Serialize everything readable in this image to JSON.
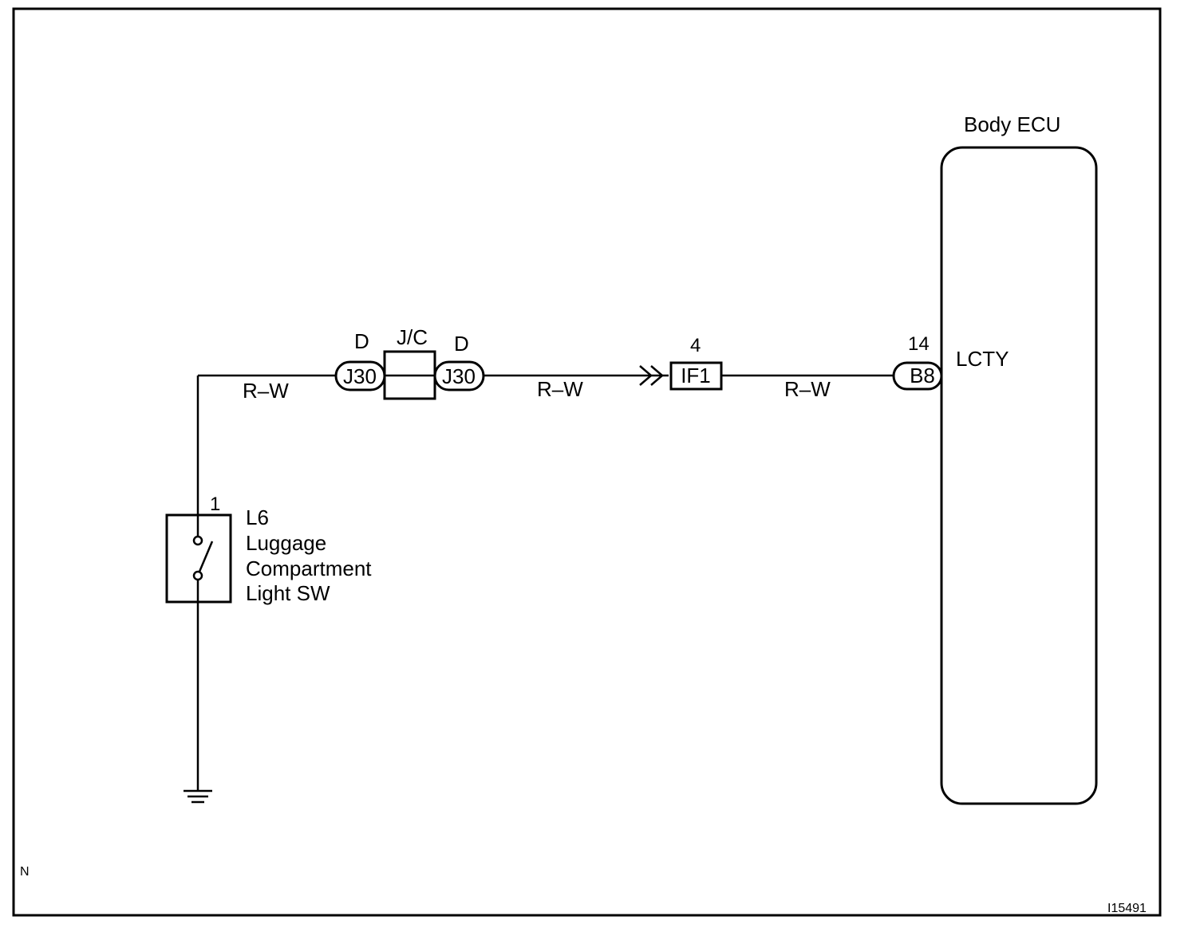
{
  "ecu": {
    "title": "Body ECU",
    "pin_number": "14",
    "connector": "B8",
    "terminal_name": "LCTY"
  },
  "junction": {
    "label": "J/C",
    "left_side": "D",
    "right_side": "D",
    "left_connector": "J30",
    "right_connector": "J30"
  },
  "inline_connector": {
    "pin_number": "4",
    "name": "IF1"
  },
  "wires": {
    "segment_1": "R–W",
    "segment_2": "R–W",
    "segment_3": "R–W"
  },
  "switch": {
    "pin_number": "1",
    "code": "L6",
    "name_line_1": "Luggage",
    "name_line_2": "Compartment",
    "name_line_3": "Light SW"
  },
  "corner_mark": "N",
  "figure_id": "I15491"
}
